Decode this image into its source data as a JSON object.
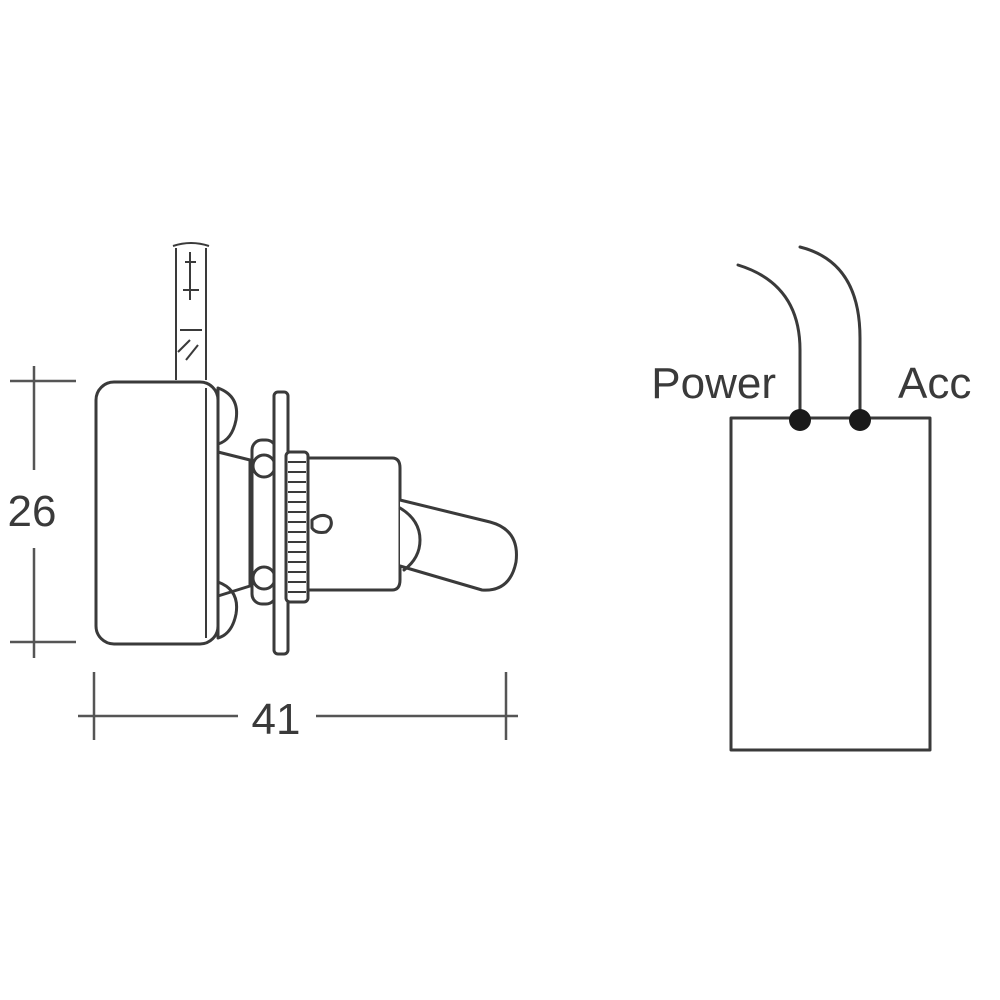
{
  "dimensions": {
    "height_label": "26",
    "width_label": "41"
  },
  "wiring": {
    "terminals": [
      {
        "label": "Power"
      },
      {
        "label": "Acc"
      }
    ]
  }
}
